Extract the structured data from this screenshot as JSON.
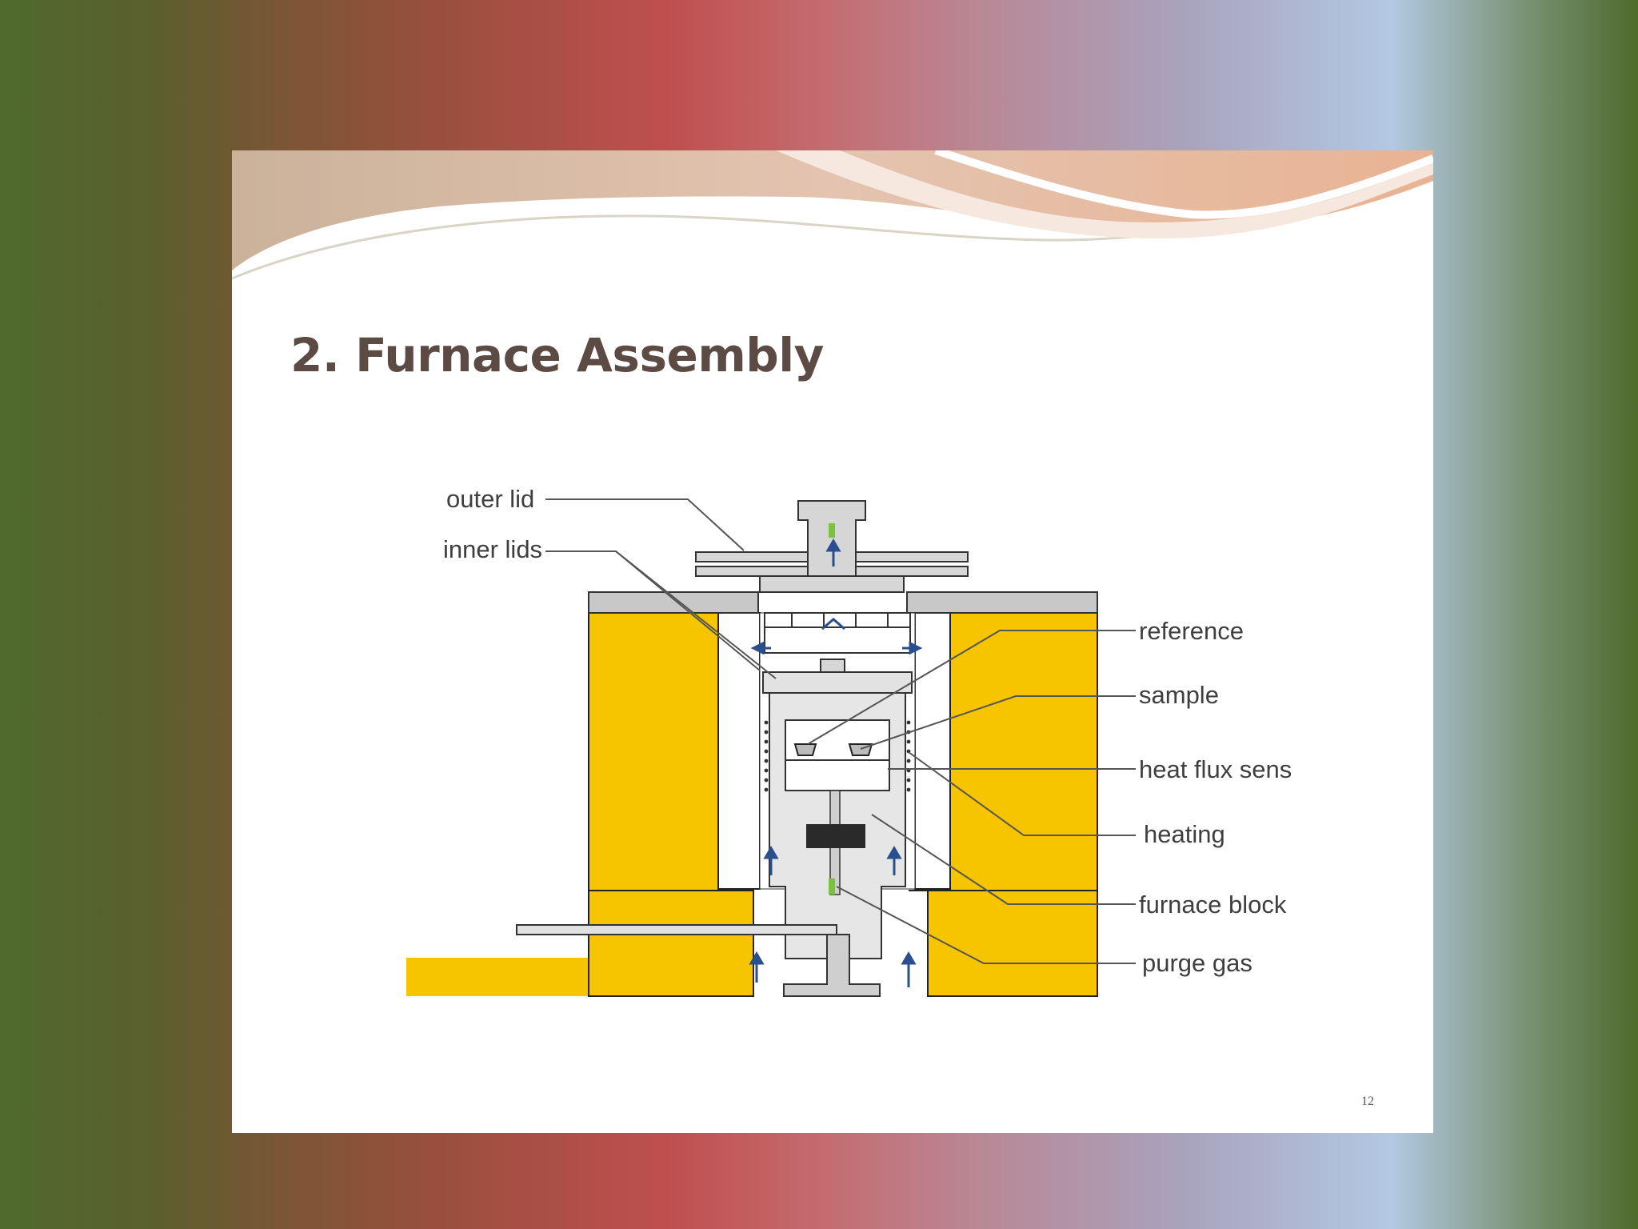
{
  "slide": {
    "title": "2. Furnace Assembly",
    "page_number": "12"
  },
  "diagram": {
    "labels": {
      "outer_lid": "outer lid",
      "inner_lids": "inner lids",
      "reference": "reference",
      "sample": "sample",
      "heat_flux_sensor": "heat flux sens",
      "heating": "heating",
      "furnace_block": "furnace block",
      "purge_gas": "purge gas"
    }
  },
  "colors": {
    "furnace_block": "#f7c400",
    "metal": "#dcdcdc",
    "arrow": "#2a4f8f",
    "gas_marker": "#7cc242"
  }
}
